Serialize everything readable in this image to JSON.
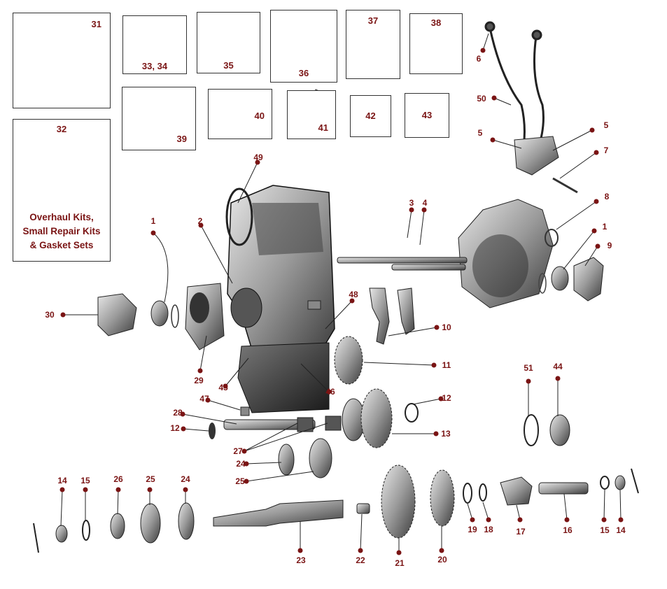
{
  "accent_color": "#7a1414",
  "boxes": {
    "b31": "31",
    "b3334": "33, 34",
    "b35": "35",
    "b36": "36",
    "b37": "37",
    "b38": "38",
    "b39": "39",
    "b40": "40",
    "b41": "41",
    "b42": "42",
    "b43": "43",
    "b32": "32"
  },
  "kit_lines": [
    "Overhaul Kits,",
    "Small Repair Kits",
    "& Gasket Sets"
  ],
  "callouts": [
    "6",
    "50",
    "5",
    "5",
    "7",
    "8",
    "1",
    "9",
    "49",
    "3",
    "4",
    "1",
    "2",
    "48",
    "10",
    "30",
    "11",
    "29",
    "45",
    "46",
    "51",
    "44",
    "12",
    "47",
    "28",
    "12",
    "13",
    "27",
    "24",
    "25",
    "14",
    "15",
    "26",
    "25",
    "24",
    "19",
    "18",
    "17",
    "16",
    "15",
    "14",
    "23",
    "22",
    "21",
    "20"
  ]
}
